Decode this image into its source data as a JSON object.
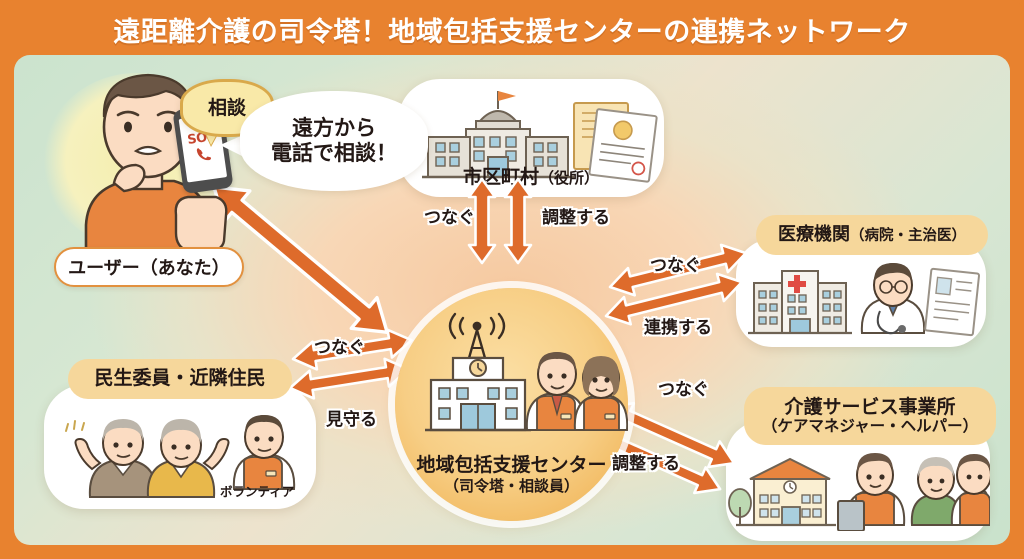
{
  "title": "遠距離介護の司令塔！地域包括支援センターの連携ネットワーク",
  "colors": {
    "frame_orange": "#E8822F",
    "background_green": "#C9E2CC",
    "background_peach": "#F6C9A0",
    "caption_yellow": "#F6D79B",
    "hub_gold": "#F7CE85",
    "arrow_orange": "#DE6B2B",
    "text_dark": "#231815"
  },
  "hub": {
    "name": "地域包括支援センター",
    "subtitle": "（司令塔・相談員）",
    "icon": "antenna-building-icon",
    "staff_icons": [
      "staff-male-icon",
      "staff-female-icon"
    ]
  },
  "user": {
    "label": "ユーザー（あなた）",
    "bubble_small": "相談",
    "bubble_large_line1": "遠方から",
    "bubble_large_line2": "電話で相談！",
    "phone_text": "SOS",
    "phone_icon": "phone-handset-icon",
    "person_icon": "worried-man-icon"
  },
  "nodes": [
    {
      "id": "municipality",
      "caption": "市区町村",
      "caption_sub": "（役所）",
      "icons": [
        "city-hall-building-icon",
        "official-document-icon"
      ]
    },
    {
      "id": "medical",
      "caption": "医療機関",
      "caption_sub": "（病院・主治医）",
      "icons": [
        "hospital-building-icon",
        "doctor-icon",
        "medical-records-icon"
      ]
    },
    {
      "id": "care-service",
      "caption": "介護サービス事業所",
      "caption_sub": "（ケアマネジャー・ヘルパー）",
      "icons": [
        "care-facility-building-icon",
        "care-manager-icon",
        "elderly-woman-icon",
        "helper-icon"
      ]
    },
    {
      "id": "community",
      "caption": "民生委員・近隣住民",
      "caption_sub": "",
      "sub_label": "ボランティア",
      "icons": [
        "elderly-man-waving-icon",
        "elderly-woman-waving-icon",
        "volunteer-icon"
      ]
    }
  ],
  "arrow_labels": {
    "municipality_left": "つなぐ",
    "municipality_right": "調整する",
    "medical_top": "つなぐ",
    "medical_bottom": "連携する",
    "care_top": "つなぐ",
    "care_bottom": "調整する",
    "community_top": "つなぐ",
    "community_bottom": "見守る"
  }
}
